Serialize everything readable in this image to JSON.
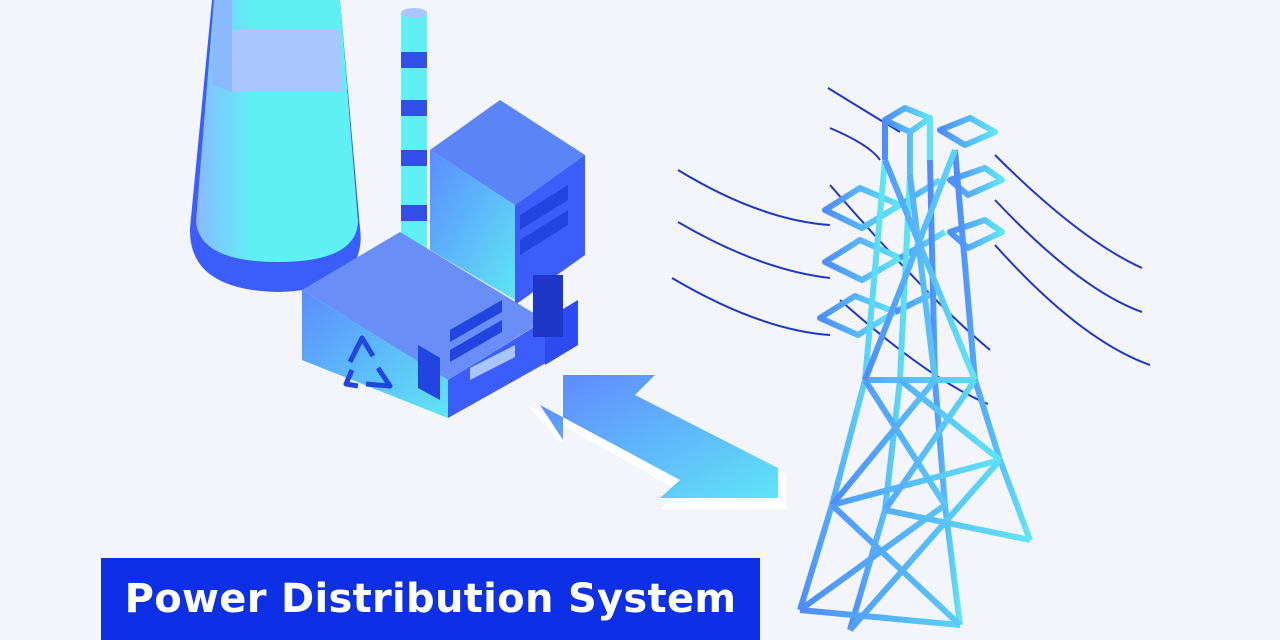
{
  "title": "Power Distribution System",
  "colors": {
    "background": "#f4f5fb",
    "banner": "#0d2fe6",
    "banner_text": "#ffffff",
    "cyan": "#5ff0f4",
    "blue": "#3a5dfc",
    "light_blue": "#a9c6ff",
    "line": "#1f37c9"
  },
  "icons": {
    "plant": "power-plant-illustration",
    "arrow": "bidirectional-arrow",
    "tower": "transmission-tower",
    "recycle": "recycle-icon"
  }
}
